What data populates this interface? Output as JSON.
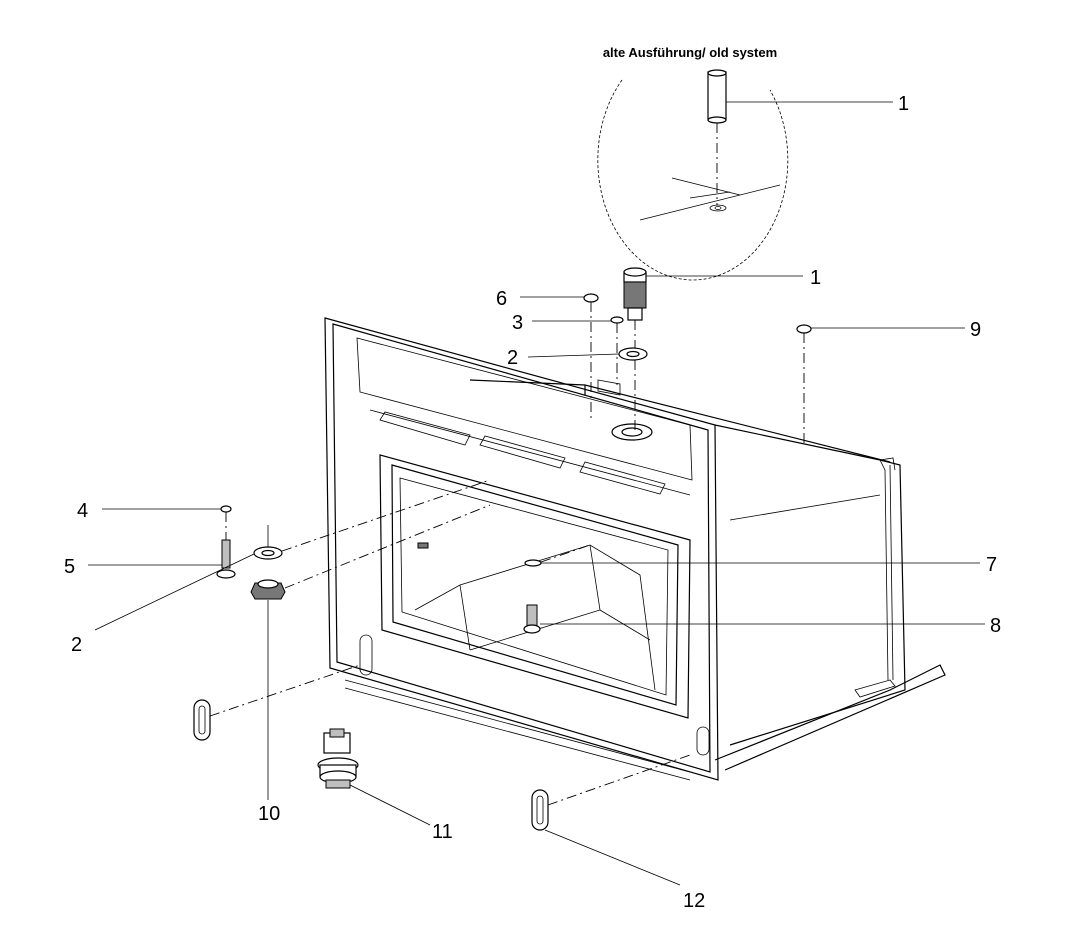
{
  "diagram": {
    "inset_caption": "alte Ausführung/ old system",
    "callouts": [
      {
        "id": "inset-1",
        "text": "1"
      },
      {
        "id": "top-1",
        "text": "1"
      },
      {
        "id": "6",
        "text": "6"
      },
      {
        "id": "3",
        "text": "3"
      },
      {
        "id": "2-top",
        "text": "2"
      },
      {
        "id": "9",
        "text": "9"
      },
      {
        "id": "4",
        "text": "4"
      },
      {
        "id": "5",
        "text": "5"
      },
      {
        "id": "2-left",
        "text": "2"
      },
      {
        "id": "7",
        "text": "7"
      },
      {
        "id": "8",
        "text": "8"
      },
      {
        "id": "10",
        "text": "10"
      },
      {
        "id": "11",
        "text": "11"
      },
      {
        "id": "12",
        "text": "12"
      }
    ]
  }
}
